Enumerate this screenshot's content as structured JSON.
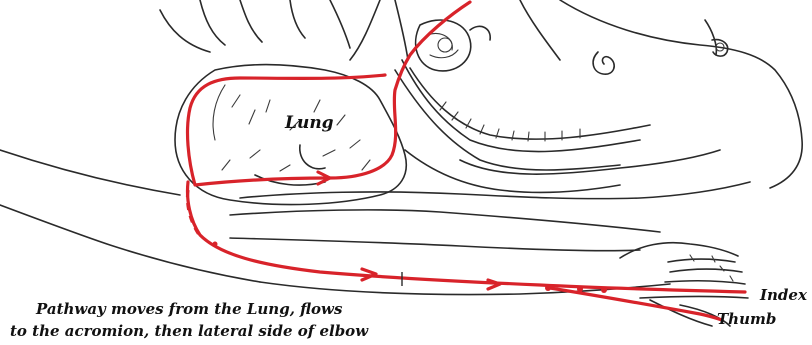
{
  "labels": {
    "organ": "Lung",
    "index": "Index",
    "thumb": "Thumb",
    "caption_line1": "Pathway moves from the Lung, flows",
    "caption_line2": "to the acromion, then lateral side of elbow"
  },
  "colors": {
    "pathway": "#d8232a",
    "ink": "#2a2a2a",
    "background": "#ffffff"
  }
}
